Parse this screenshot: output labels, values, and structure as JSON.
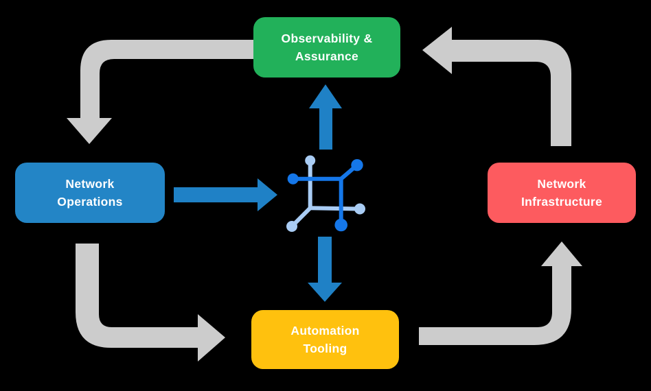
{
  "diagram": {
    "background_color": "#000000",
    "gray_arrow_color": "#CCCCCC",
    "blue_arrow_color": "#1F81C6",
    "nodes": [
      {
        "id": "observability-assurance",
        "label": "Observability &\nAssurance",
        "color": "#22B15A",
        "text_color": "#FFFFFF"
      },
      {
        "id": "network-operations",
        "label": "Network\nOperations",
        "color": "#2385C6",
        "text_color": "#FFFFFF"
      },
      {
        "id": "network-infrastructure",
        "label": "Network\nInfrastructure",
        "color": "#FD5B5F",
        "text_color": "#FFFFFF"
      },
      {
        "id": "automation-tooling",
        "label": "Automation\nTooling",
        "color": "#FFC10E",
        "text_color": "#FFFFFF"
      }
    ],
    "center_icon": {
      "name": "mesh-network-icon",
      "dark_color": "#1577E9",
      "light_color": "#A9CCF4"
    },
    "blue_arrows": [
      {
        "from": "network-operations",
        "to": "center-icon",
        "direction": "right"
      },
      {
        "from": "center-icon",
        "to": "observability-assurance",
        "direction": "up"
      },
      {
        "from": "center-icon",
        "to": "automation-tooling",
        "direction": "down"
      }
    ],
    "gray_arrows": [
      {
        "from": "observability-assurance",
        "to": "network-operations",
        "shape": "left-then-down"
      },
      {
        "from": "network-operations",
        "to": "automation-tooling",
        "shape": "down-then-right"
      },
      {
        "from": "automation-tooling",
        "to": "network-infrastructure",
        "shape": "right-then-up"
      },
      {
        "from": "network-infrastructure",
        "to": "observability-assurance",
        "shape": "up-then-left"
      }
    ]
  }
}
